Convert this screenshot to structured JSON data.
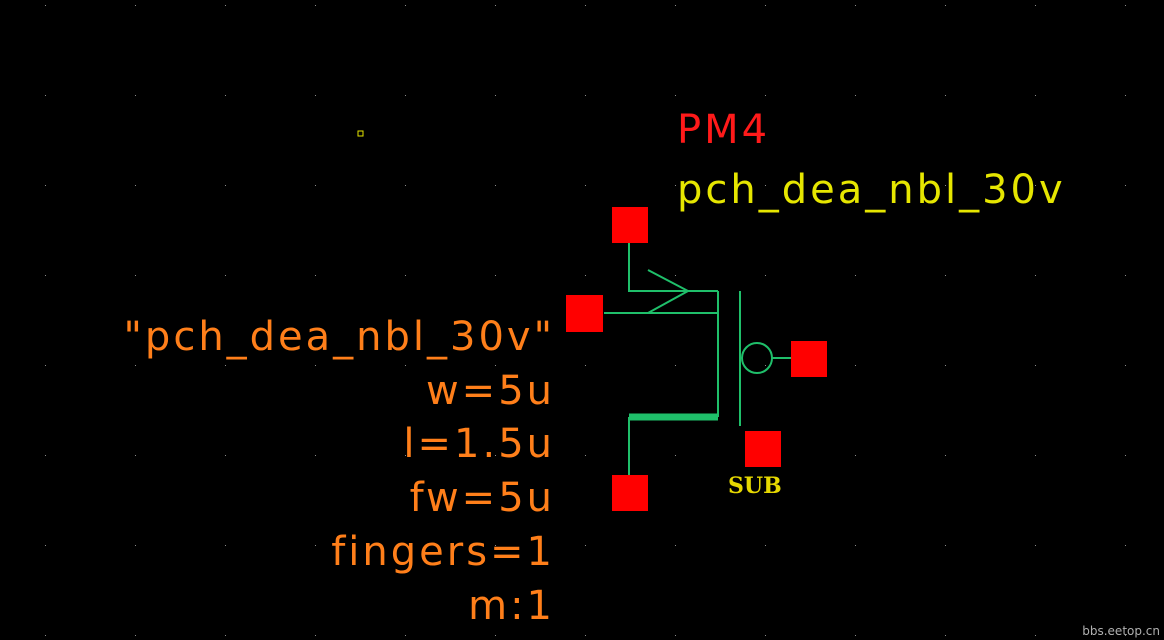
{
  "instance": {
    "name": "PM4",
    "cell": "pch_dea_nbl_30v"
  },
  "parameters": {
    "model": "\"pch_dea_nbl_30v\"",
    "w": "w=5u",
    "l": "l=1.5u",
    "fw": "fw=5u",
    "fingers": "fingers=1",
    "m": "m:1"
  },
  "pins": {
    "substrate_label": "SUB"
  },
  "watermark": "bbs.eetop.cn",
  "colors": {
    "background": "#000000",
    "grid": "#8a8a8a",
    "instance_name": "#ff1a1a",
    "cell_name": "#e6e600",
    "parameters": "#ff7f1a",
    "wire": "#1fbf6a",
    "pin": "#ff0000",
    "sub_label": "#e6d800",
    "marker": "#e6e600",
    "watermark": "#b0b0b0"
  }
}
